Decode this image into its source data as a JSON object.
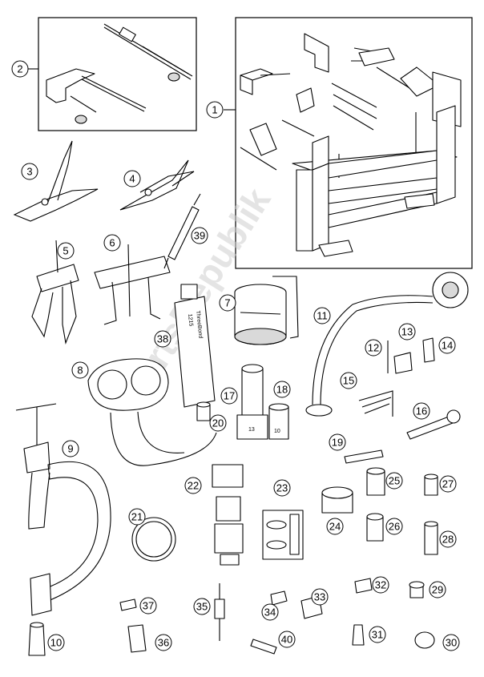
{
  "watermark": "PartsRepublik",
  "callouts": [
    "1",
    "2",
    "3",
    "4",
    "5",
    "6",
    "7",
    "8",
    "9",
    "10",
    "11",
    "12",
    "13",
    "14",
    "15",
    "16",
    "17",
    "18",
    "19",
    "20",
    "21",
    "22",
    "23",
    "24",
    "25",
    "26",
    "27",
    "28",
    "29",
    "30",
    "31",
    "32",
    "33",
    "34",
    "35",
    "36",
    "37",
    "38",
    "39",
    "40"
  ],
  "socket_labels": {
    "socket_17": "13",
    "socket_18": "10"
  },
  "tube_label": {
    "brand": "ThreeBond",
    "code": "1215"
  }
}
